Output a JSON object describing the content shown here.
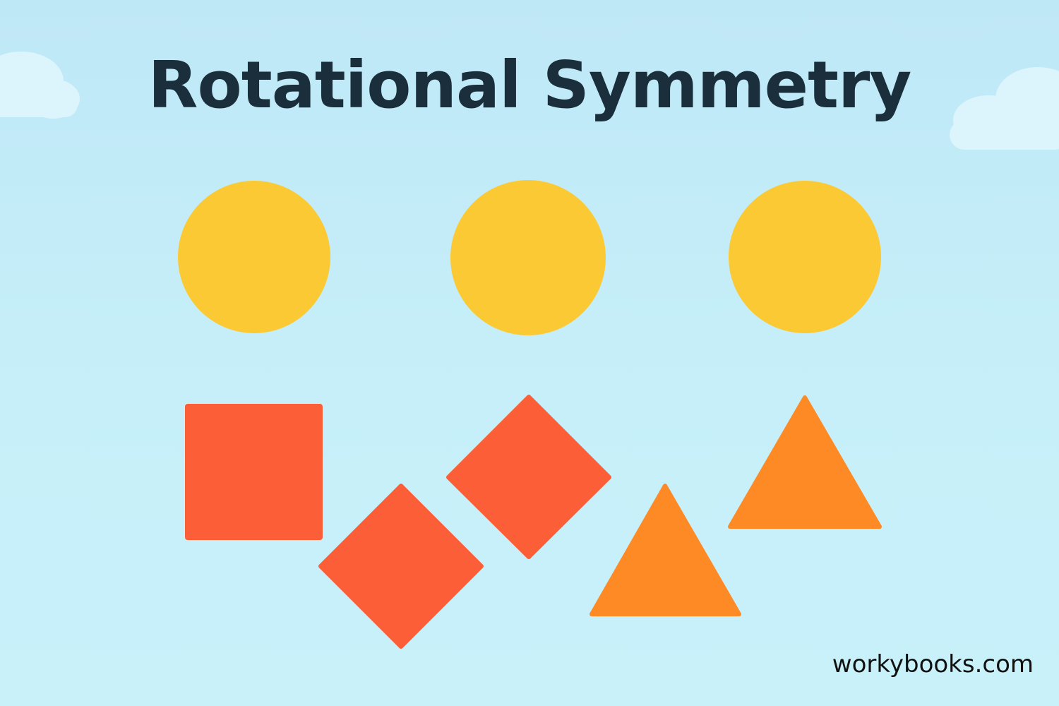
{
  "title": "Rotational Symmetry",
  "watermark": "workybooks.com",
  "colors": {
    "background": "#c4eef9",
    "cloud": "#dcf5fc",
    "circle": "#fbc934",
    "square": "#fc5f37",
    "triangle": "#fd8a25",
    "title_text": "#1a2e3b"
  },
  "shapes": [
    {
      "kind": "circle",
      "name": "yellow-circle-left"
    },
    {
      "kind": "circle",
      "name": "yellow-circle-middle"
    },
    {
      "kind": "circle",
      "name": "yellow-circle-right"
    },
    {
      "kind": "square",
      "name": "red-square-upright"
    },
    {
      "kind": "square",
      "name": "red-square-rotated-lower"
    },
    {
      "kind": "square",
      "name": "red-square-rotated-upper"
    },
    {
      "kind": "triangle",
      "name": "orange-triangle-lower"
    },
    {
      "kind": "triangle",
      "name": "orange-triangle-upper"
    }
  ]
}
